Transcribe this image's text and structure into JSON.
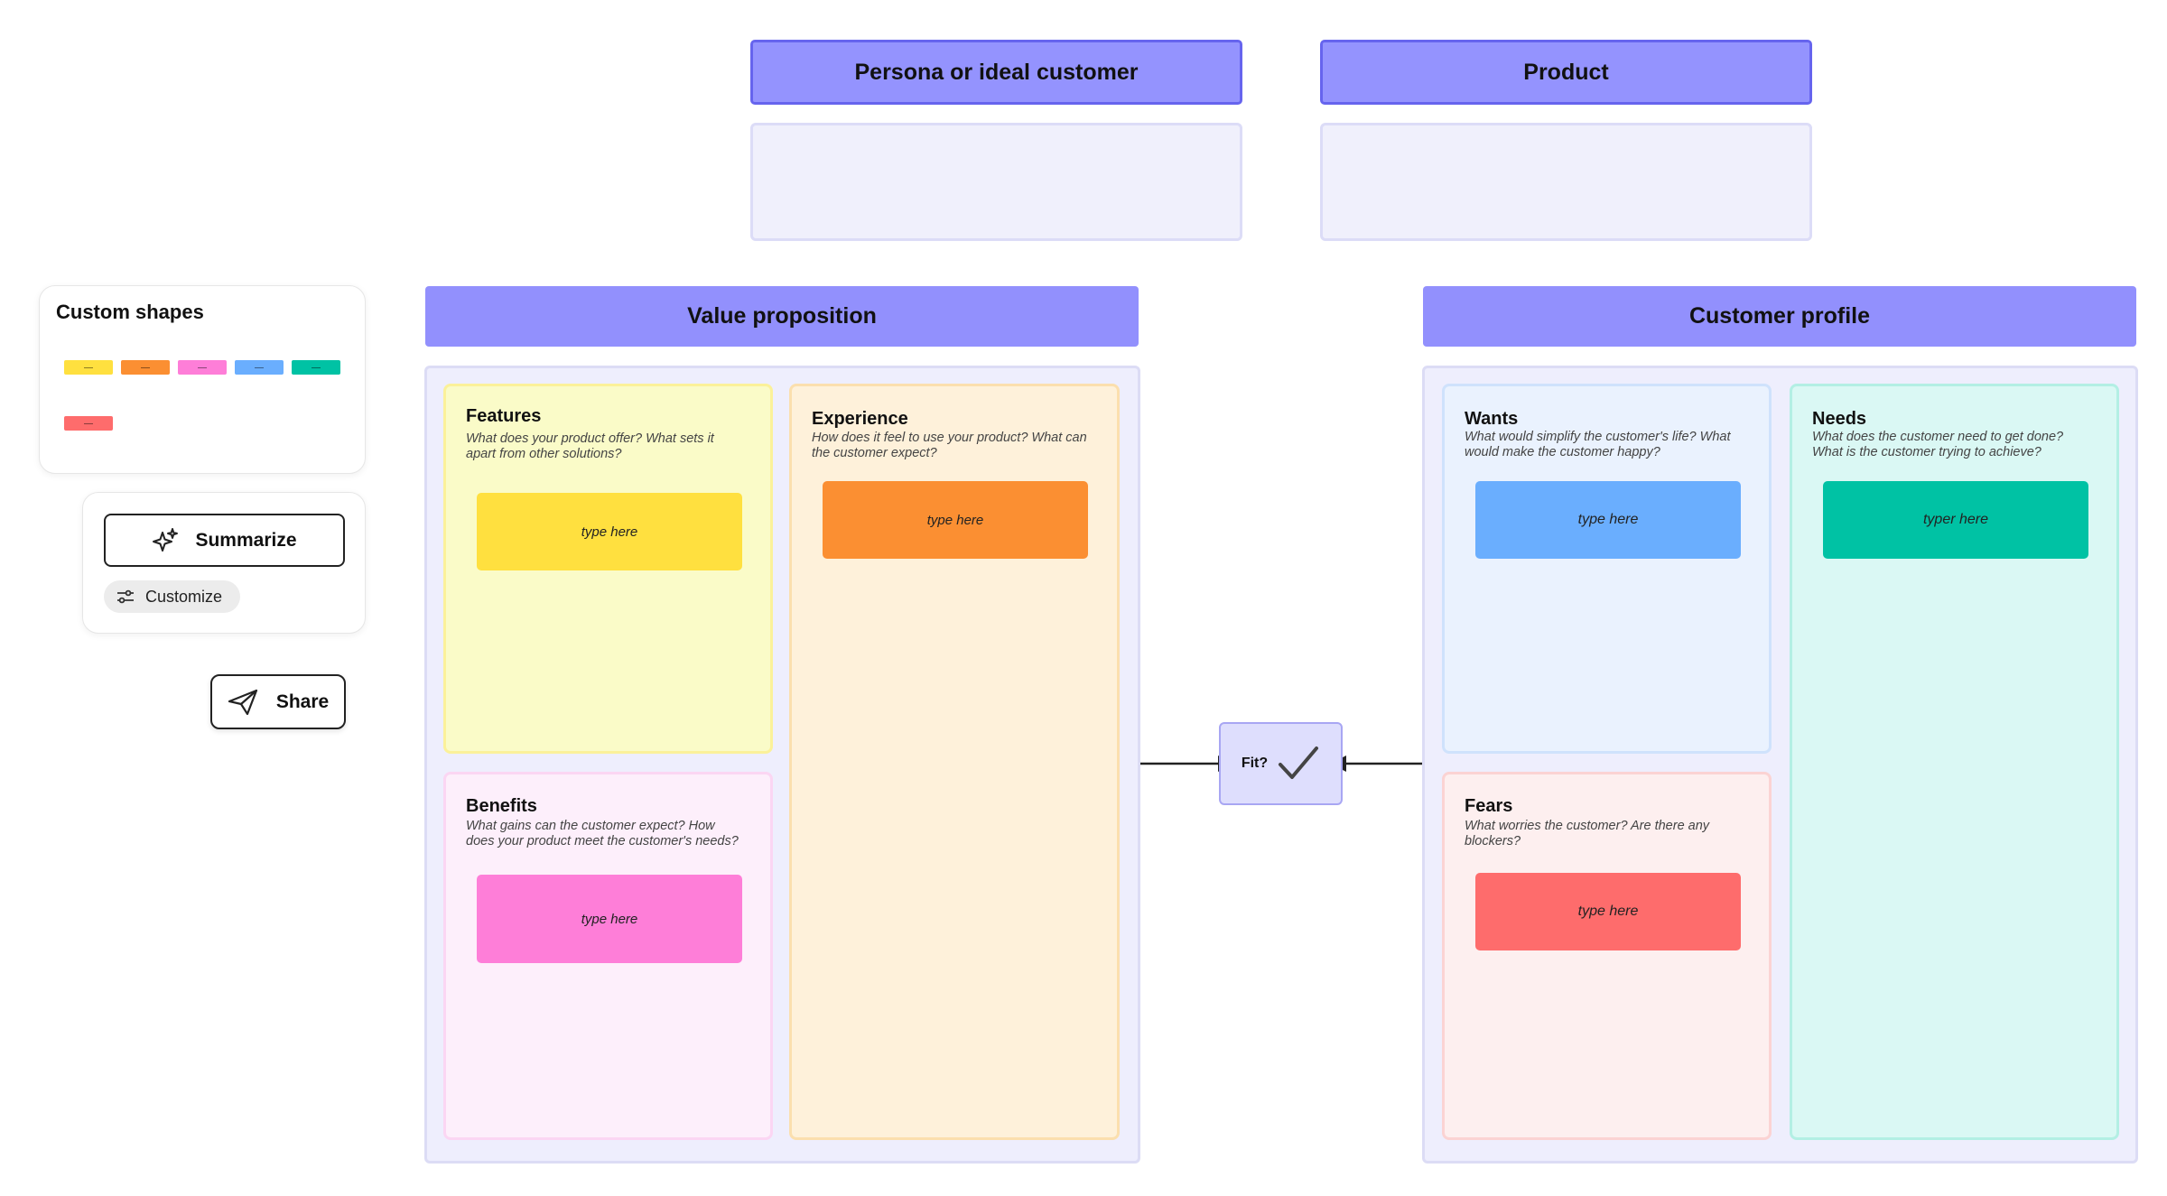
{
  "headers": {
    "persona": "Persona or ideal customer",
    "product": "Product",
    "value_proposition": "Value proposition",
    "customer_profile": "Customer profile"
  },
  "sidebar": {
    "custom_shapes_title": "Custom shapes",
    "swatch_colors": [
      "#ffe03f",
      "#fb8f32",
      "#fe7ed8",
      "#6aaefe",
      "#00c2a4",
      "#fe6c6c"
    ],
    "summarize_label": "Summarize",
    "customize_label": "Customize",
    "share_label": "Share"
  },
  "value_cards": {
    "features": {
      "title": "Features",
      "desc_line1": "What does your product offer? What sets it",
      "desc_line2": "apart from other solutions?",
      "sticky": "type here"
    },
    "experience": {
      "title": "Experience",
      "desc_line1": "How does it feel to use your product? What can",
      "desc_line2": "the customer expect?",
      "sticky": "type here"
    },
    "benefits": {
      "title": "Benefits",
      "desc_line1": "What gains can the customer expect? How",
      "desc_line2": "does your product meet the customer's needs?",
      "sticky": "type here"
    }
  },
  "customer_cards": {
    "wants": {
      "title": "Wants",
      "desc_line1": "What would simplify the customer's life? What",
      "desc_line2": "would make the customer happy?",
      "sticky": "type here"
    },
    "needs": {
      "title": "Needs",
      "desc_line1": "What does the customer need to get done?",
      "desc_line2": "What is the customer trying to achieve?",
      "sticky": "typer here"
    },
    "fears": {
      "title": "Fears",
      "desc_line1": "What worries the customer? Are there any",
      "desc_line2": "blockers?",
      "sticky": "type here"
    }
  },
  "fit": {
    "label": "Fit?"
  },
  "colors": {
    "header_fill": "#9493fe",
    "features_bg": "#fafbc8",
    "experience_bg": "#fef1da",
    "benefits_bg": "#fdeffb",
    "wants_bg": "#eaf2fe",
    "needs_bg": "#daf8f4",
    "fears_bg": "#fdefef"
  },
  "icons": [
    "sparkle-icon",
    "sliders-icon",
    "paper-plane-icon",
    "checkmark-icon",
    "arrow-right-icon",
    "arrow-left-icon"
  ]
}
